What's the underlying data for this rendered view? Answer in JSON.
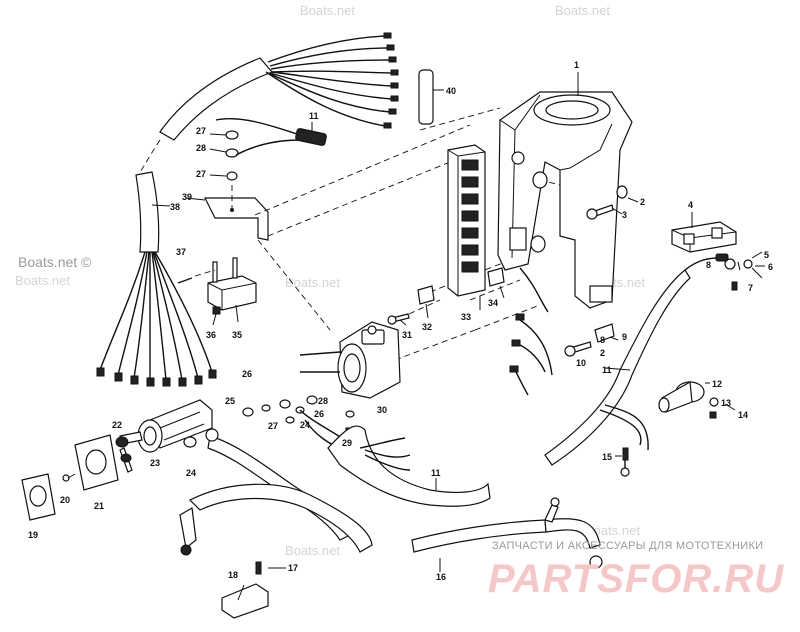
{
  "watermarks": {
    "site": "Boats.net",
    "site_marked": "Boats.net ©"
  },
  "footer": {
    "tagline": "ЗАПЧАСТИ И АКСЕССУАРЫ ДЛЯ МОТОТЕХНИКИ",
    "brand": "PARTSFOR.RU"
  },
  "callouts": {
    "c1": "1",
    "c2a": "2",
    "c2b": "2",
    "c3": "3",
    "c4": "4",
    "c5": "5",
    "c6": "6",
    "c7": "7",
    "c8a": "8",
    "c8b": "8",
    "c9": "9",
    "c10": "10",
    "c11a": "11",
    "c11b": "11",
    "c11c": "11",
    "c12": "12",
    "c13": "13",
    "c14": "14",
    "c15": "15",
    "c16": "16",
    "c17": "17",
    "c18": "18",
    "c19": "19",
    "c20": "20",
    "c21": "21",
    "c22": "22",
    "c23": "23",
    "c24a": "24",
    "c24b": "24",
    "c25": "25",
    "c26a": "26",
    "c26b": "26",
    "c27a": "27",
    "c27b": "27",
    "c27c": "27",
    "c28a": "28",
    "c28b": "28",
    "c29": "29",
    "c30": "30",
    "c31": "31",
    "c32": "32",
    "c33": "33",
    "c34": "34",
    "c35": "35",
    "c36": "36",
    "c37": "37",
    "c38": "38",
    "c39": "39",
    "c40": "40"
  }
}
